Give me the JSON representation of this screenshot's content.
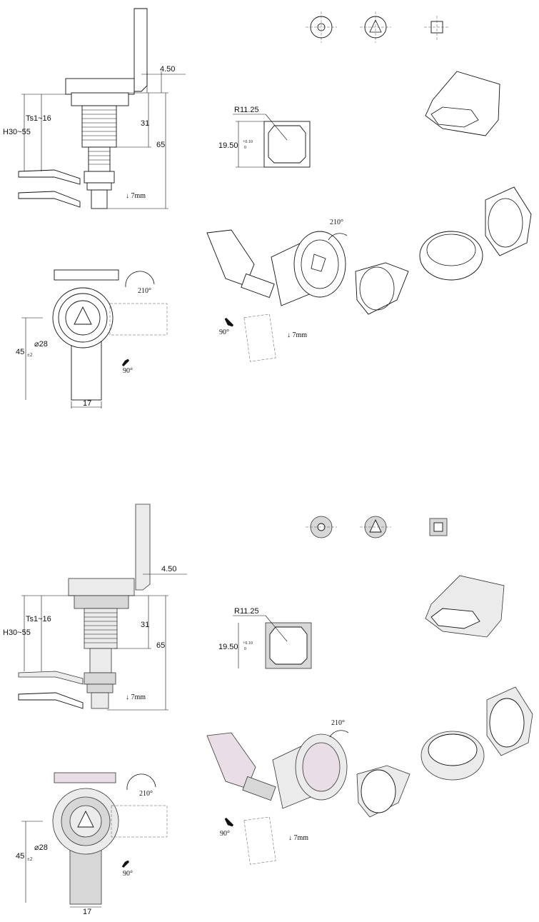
{
  "top_variant": {
    "dims": {
      "plate_thickness": "4.50",
      "thread_range": "Ts1~16",
      "height_range": "H30~55",
      "thread_length": "31",
      "total_length": "65",
      "cam_travel": "↓ 7mm",
      "rotation": "210°",
      "diameter": "⌀28",
      "body_height": "45",
      "body_height_tol": "±2",
      "cam_width": "17",
      "turn_angle": "90°"
    },
    "insert_dims": {
      "radius": "R11.25",
      "square": "19.50",
      "tol_upper": "+0.10",
      "tol_lower": "0"
    },
    "exploded": {
      "rotation": "210°",
      "turn_angle": "90°",
      "travel": "↓ 7mm"
    }
  },
  "bottom_variant": {
    "dims": {
      "plate_thickness": "4.50",
      "thread_range": "Ts1~16",
      "height_range": "H30~55",
      "thread_length": "31",
      "total_length": "65",
      "cam_travel": "↓ 7mm",
      "rotation": "210°",
      "diameter": "⌀28",
      "body_height": "45",
      "body_height_tol": "±2",
      "cam_width": "17",
      "turn_angle": "90°"
    },
    "insert_dims": {
      "radius": "R11.25",
      "square": "19.50",
      "tol_upper": "+0.10",
      "tol_lower": "0"
    },
    "exploded": {
      "rotation": "210°",
      "turn_angle": "90°",
      "travel": "↓ 7mm"
    }
  },
  "key_symbols": [
    "double-d-slot-icon",
    "triangle-icon",
    "square-icon"
  ]
}
